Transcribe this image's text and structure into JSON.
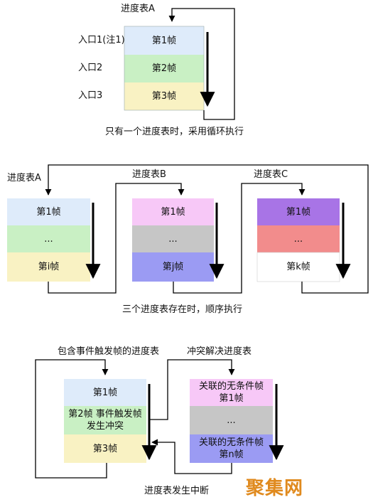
{
  "colors": {
    "blue": "#deebfa",
    "green": "#c9f0c4",
    "yellow": "#f9f2c3",
    "pink": "#f7c8f7",
    "gray": "#c6c6c6",
    "violet": "#9b9bf3",
    "purple": "#a874e6",
    "red": "#f28c8c",
    "white": "#ffffff",
    "line": "#000000",
    "watermark": "#e08a1e"
  },
  "section1": {
    "title": "进度表A",
    "entries": [
      "入口1(注1)",
      "入口2",
      "入口3"
    ],
    "frames": [
      "第1帧",
      "第2帧",
      "第3帧"
    ],
    "caption": "只有一个进度表时，采用循环执行"
  },
  "section2": {
    "tables": [
      {
        "title": "进度表A",
        "frames": [
          "第1帧",
          "...",
          "第i帧"
        ]
      },
      {
        "title": "进度表B",
        "frames": [
          "第1帧",
          "...",
          "第j帧"
        ]
      },
      {
        "title": "进度表C",
        "frames": [
          "第1帧",
          "...",
          "第k帧"
        ]
      }
    ],
    "caption": "三个进度表存在时，顺序执行"
  },
  "section3": {
    "left_title": "包含事件触发帧的进度表",
    "right_title": "冲突解决进度表",
    "left_frames": [
      "第1帧",
      "第2帧 事件触发帧\n发生冲突",
      "第3帧"
    ],
    "right_frames": [
      "关联的无条件帧\n第1帧",
      "...",
      "关联的无条件帧\n第n帧"
    ],
    "caption": "进度表发生中断"
  },
  "watermark": "聚集网"
}
